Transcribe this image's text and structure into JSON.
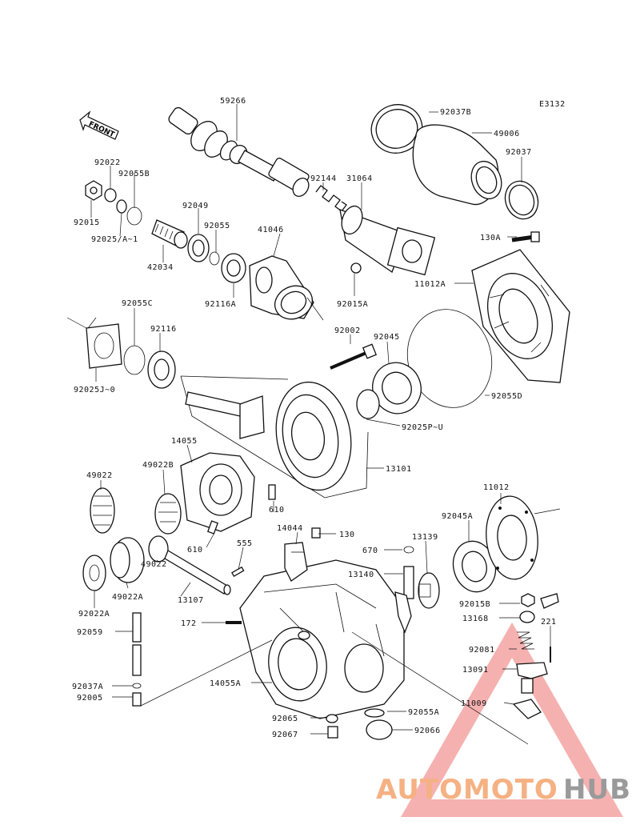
{
  "diagram_code": "E3132",
  "front_label": "FRONT",
  "watermark": {
    "part1": "AUTOMOTO",
    "part2": "HUB",
    "color1": "#f5b183",
    "color2": "#9a9a9a",
    "triangle_color": "#e8534f"
  },
  "labels": {
    "p59266": "59266",
    "p92037B": "92037B",
    "p49006": "49006",
    "p92037": "92037",
    "p92022": "92022",
    "p92055B": "92055B",
    "p92015": "92015",
    "p92025A": "92025/A~1",
    "p92049": "92049",
    "p92055": "92055",
    "p92144": "92144",
    "p31064": "31064",
    "p41046": "41046",
    "p42034": "42034",
    "p92116A": "92116A",
    "p92015A": "92015A",
    "p130A": "130A",
    "p11012A": "11012A",
    "p92055C": "92055C",
    "p92116": "92116",
    "p92025J": "92025J~0",
    "p92002": "92002",
    "p92045": "92045",
    "p92055D": "92055D",
    "p92025P": "92025P~U",
    "p14055": "14055",
    "p49022B": "49022B",
    "p13101": "13101",
    "p49022top": "49022",
    "p610a": "610",
    "p610b": "610",
    "p11012": "11012",
    "p92045A": "92045A",
    "p14044": "14044",
    "p130": "130",
    "p13139": "13139",
    "p670": "670",
    "p555": "555",
    "p49022mid": "49022",
    "p13140": "13140",
    "p92022A": "92022A",
    "p49022A": "49022A",
    "p13107": "13107",
    "p92015B": "92015B",
    "p13168": "13168",
    "p221": "221",
    "p172": "172",
    "p92059": "92059",
    "p92081": "92081",
    "p13091": "13091",
    "p92037A": "92037A",
    "p14055A": "14055A",
    "p11009": "11009",
    "p92005": "92005",
    "p92065": "92065",
    "p92055A": "92055A",
    "p92067": "92067",
    "p92066": "92066"
  }
}
